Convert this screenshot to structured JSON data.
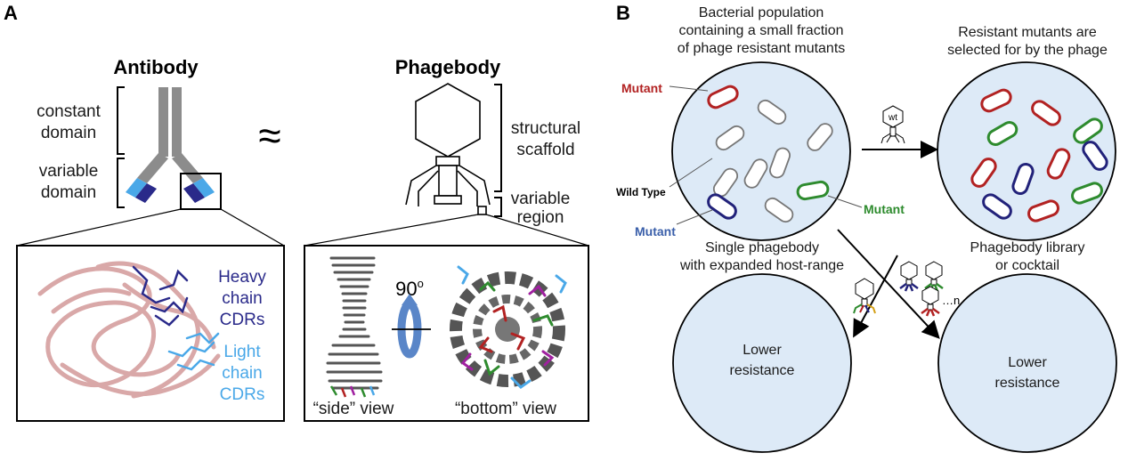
{
  "panel_a": {
    "letter": "A",
    "antibody_title": "Antibody",
    "phagebody_title": "Phagebody",
    "approx_symbol": "≈",
    "constant_domain": [
      "constant",
      "domain"
    ],
    "variable_domain": [
      "variable",
      "domain"
    ],
    "structural_scaffold": [
      "structural",
      "scaffold"
    ],
    "variable_region": [
      "variable",
      "region"
    ],
    "heavy_chain_cdrs": [
      "Heavy",
      "chain",
      "CDRs"
    ],
    "light_chain_cdrs": [
      "Light",
      "chain",
      "CDRs"
    ],
    "rotation": "90",
    "rotation_sup": "o",
    "side_view": "“side” view",
    "bottom_view": "“bottom” view"
  },
  "panel_b": {
    "letter": "B",
    "population_caption": [
      "Bacterial population",
      "containing a small fraction",
      "of phage resistant mutants"
    ],
    "selected_caption": [
      "Resistant mutants are",
      "selected for by the phage"
    ],
    "mutant_label": "Mutant",
    "wild_type_label": "Wild Type",
    "wt_label": "wt",
    "single_phagebody_caption": [
      "Single phagebody",
      "with expanded host-range"
    ],
    "library_caption": [
      "Phagebody library",
      "or cocktail"
    ],
    "lower_resistance": [
      "Lower",
      "resistance"
    ],
    "ellipsis_n": "…n"
  },
  "colors": {
    "mutant_red": "#b22222",
    "mutant_green": "#2e8b2e",
    "mutant_blue": "#22227a",
    "circle_fill": "#ddeaf7",
    "antibody_gray": "#8c8c8c",
    "heavy_dark_blue": "#2a2a8a",
    "light_blue": "#4aa8e8",
    "protein_pink": "#d9a8a8",
    "rotation_arrow": "#5a86c8"
  }
}
